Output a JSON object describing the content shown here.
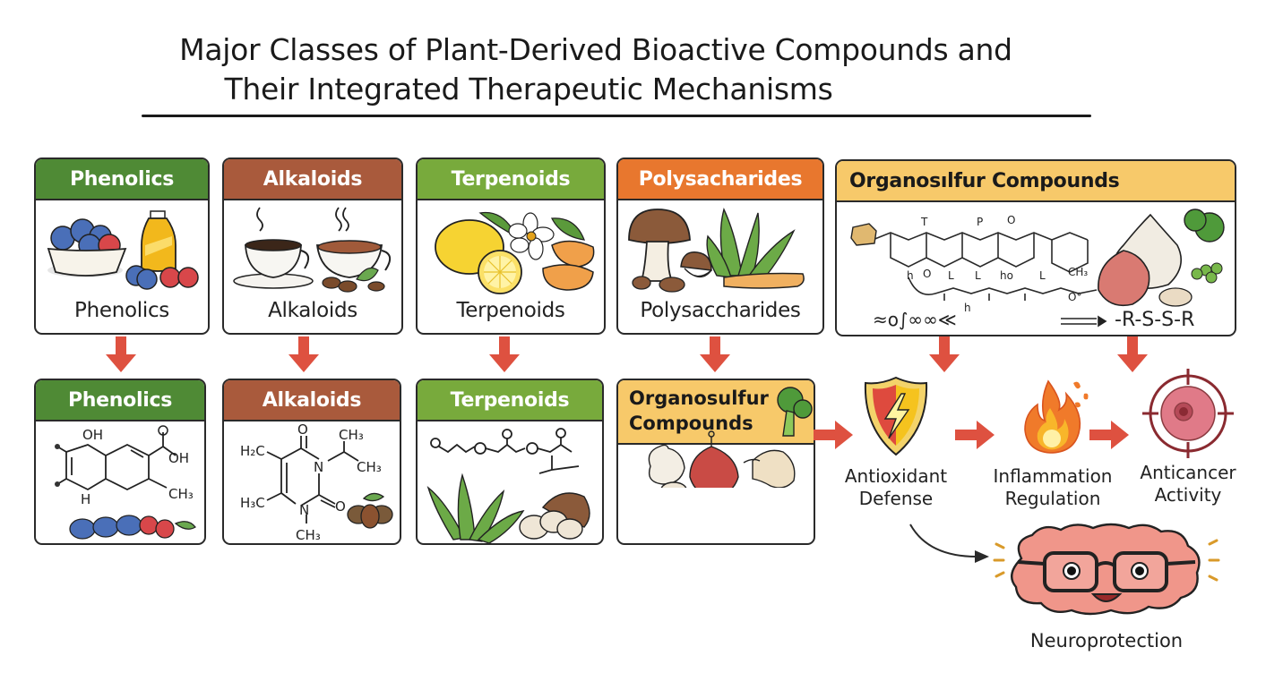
{
  "title": {
    "line1": "Major Classes of Plant-Derived Bioactive Compounds and",
    "line2": "Their Integrated Therapeutic Mechanisms"
  },
  "top_row": [
    {
      "header": "Phenolics",
      "caption": "Phenolics",
      "header_color": "#4f8a35",
      "icon": "berries-and-juice-icon"
    },
    {
      "header": "Alkaloids",
      "caption": "Alkaloids",
      "header_color": "#a95a3c",
      "icon": "coffee-tea-cups-icon"
    },
    {
      "header": "Terpenoids",
      "caption": "Terpenoids",
      "header_color": "#78aa3c",
      "icon": "lemon-flower-icon"
    },
    {
      "header": "Polysacharides",
      "caption": "Polysaccharides",
      "header_color": "#e8772e",
      "icon": "mushroom-aloe-icon"
    },
    {
      "header": "Organosılfur Compounds",
      "header_color": "#f7c96a",
      "icon": "garlic-onion-broccoli-icon",
      "formula_left": "≈ο∫∞∞≪",
      "formula_right": "-R-S-S-R",
      "structure_labels": [
        "T",
        "P",
        "O",
        "h",
        "O",
        "L",
        "L",
        "ho",
        "L",
        "CH₃",
        "O°",
        "h"
      ]
    }
  ],
  "bottom_row": [
    {
      "header": "Phenolics",
      "header_color": "#4f8a35",
      "structure_labels": [
        "OH",
        "O",
        "OH",
        "H",
        "CH₃"
      ],
      "icon": "berries-icon"
    },
    {
      "header": "Alkaloids",
      "header_color": "#a95a3c",
      "structure_labels": [
        "O",
        "CH₃",
        "H₂C",
        "N",
        "CH₃",
        "H₃C",
        "N",
        "O",
        "CH₃"
      ],
      "icon": "cocoa-bean-icon"
    },
    {
      "header": "Terpenoids",
      "header_color": "#78aa3c",
      "icon": "aloe-mushroom-icon"
    },
    {
      "header_line1": "Organosulfur",
      "header_line2": "Compounds",
      "header_color": "#f7c96a",
      "icon": "garlic-onion-ginger-icon"
    }
  ],
  "mechanisms": [
    {
      "line1": "Antioxidant",
      "line2": "Defense",
      "icon": "shield-lightning-icon"
    },
    {
      "line1": "Inflammation",
      "line2": "Regulation",
      "icon": "flame-icon"
    },
    {
      "line1": "Anticancer",
      "line2": "Activity",
      "icon": "target-cell-icon"
    },
    {
      "line1": "Neuroprotection",
      "icon": "brain-glasses-icon"
    }
  ],
  "colors": {
    "arrow": "#de5140",
    "border": "#2a2a2a",
    "text": "#1e1e1e"
  }
}
